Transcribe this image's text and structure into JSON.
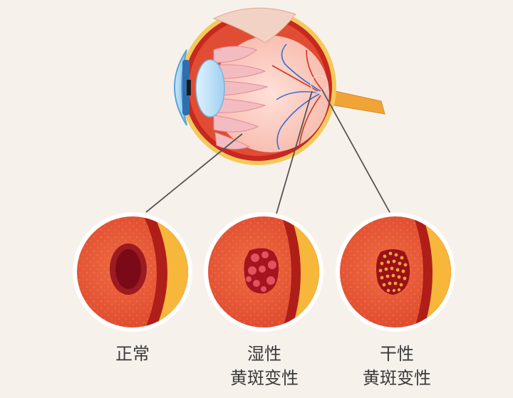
{
  "labels": {
    "normal": "正常",
    "wet": [
      "湿性",
      "黄斑变性"
    ],
    "dry": [
      "干性",
      "黄斑变性"
    ]
  },
  "colors": {
    "background": "#f7f1ec",
    "retina": "#e24b2e",
    "choroid": "#b8201a",
    "sclera": "#f6b73a",
    "macula": "#8e0f1c",
    "drusen": "#f4a23a",
    "leader_line": "#555555"
  }
}
